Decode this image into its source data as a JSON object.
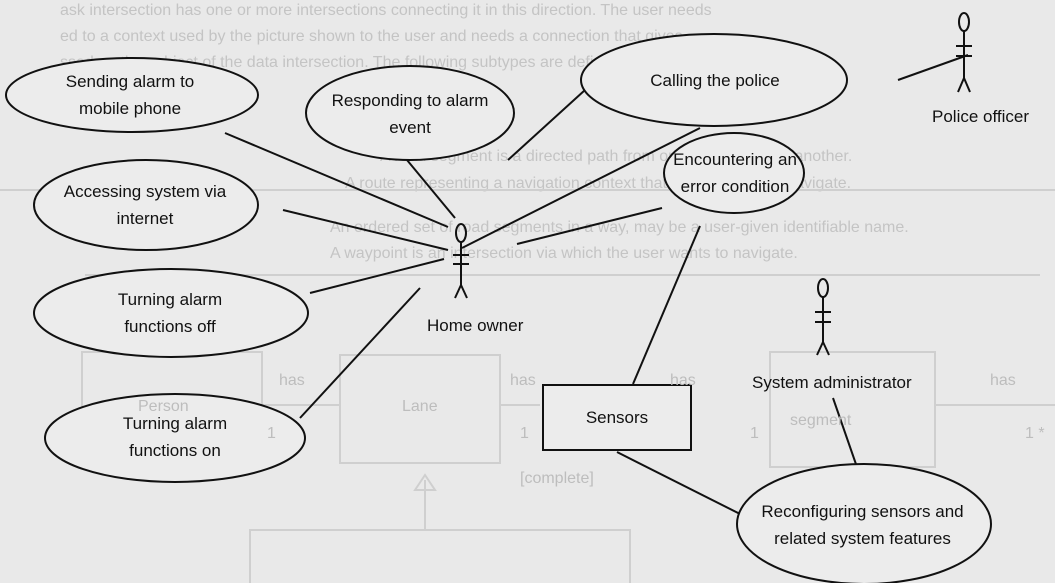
{
  "background": {
    "lines": [
      "ask intersection has one or more intersections connecting it in this direction. The user needs",
      "ed to a context used by the picture shown to the user and needs a connection that gives",
      "ssed on the subject of the data intersection. The following subtypes are defined here",
      "A road segment is a directed path from one intersection to another.",
      "A route representing a navigation context that stores a path to navigate.",
      "An ordered set of road segments in a way, may be a user-given identifiable name.",
      "A waypoint is an intersection via which the user wants to navigate."
    ],
    "labels": [
      "has",
      "has",
      "has",
      "has",
      "Person",
      "Lane",
      "segment",
      "[complete]",
      "1",
      "1",
      "1",
      "1 *"
    ]
  },
  "use_cases": [
    {
      "id": "uc-sending-alarm",
      "text": "Sending alarm to mobile phone"
    },
    {
      "id": "uc-responding",
      "text": "Responding to alarm event"
    },
    {
      "id": "uc-calling-police",
      "text": "Calling the police"
    },
    {
      "id": "uc-accessing",
      "text": "Accessing system via internet"
    },
    {
      "id": "uc-encountering",
      "text": "Encountering an error condition"
    },
    {
      "id": "uc-turning-off",
      "text": "Turning alarm functions off"
    },
    {
      "id": "uc-turning-on",
      "text": "Turning alarm functions on"
    },
    {
      "id": "uc-reconfiguring",
      "text": "Reconfiguring sensors and related system features"
    }
  ],
  "actors": [
    {
      "id": "home-owner",
      "label": "Home owner"
    },
    {
      "id": "police-officer",
      "label": "Police officer"
    },
    {
      "id": "system-administrator",
      "label": "System administrator"
    }
  ],
  "boxes": [
    {
      "id": "sensors",
      "label": "Sensors"
    }
  ],
  "colors": {
    "ink": "#111111",
    "paper": "#e9e9e9",
    "faint": "#c4c4c4"
  }
}
